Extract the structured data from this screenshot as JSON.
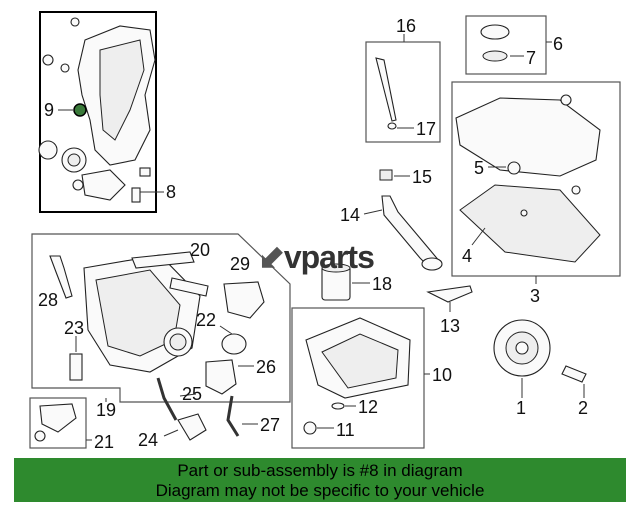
{
  "brand": "vparts",
  "footer": {
    "line1": "Part or sub-assembly is #8 in diagram",
    "line2": "Diagram may not be specific to your vehicle"
  },
  "callouts": [
    "1",
    "2",
    "3",
    "4",
    "5",
    "6",
    "7",
    "8",
    "9",
    "10",
    "11",
    "12",
    "13",
    "14",
    "15",
    "16",
    "17",
    "18",
    "19",
    "20",
    "21",
    "22",
    "23",
    "24",
    "25",
    "26",
    "27",
    "28",
    "29"
  ],
  "colors": {
    "footer_bg": "#2e8a2e",
    "highlight_box": "#000000",
    "part_highlight": "#3a7a3a"
  }
}
